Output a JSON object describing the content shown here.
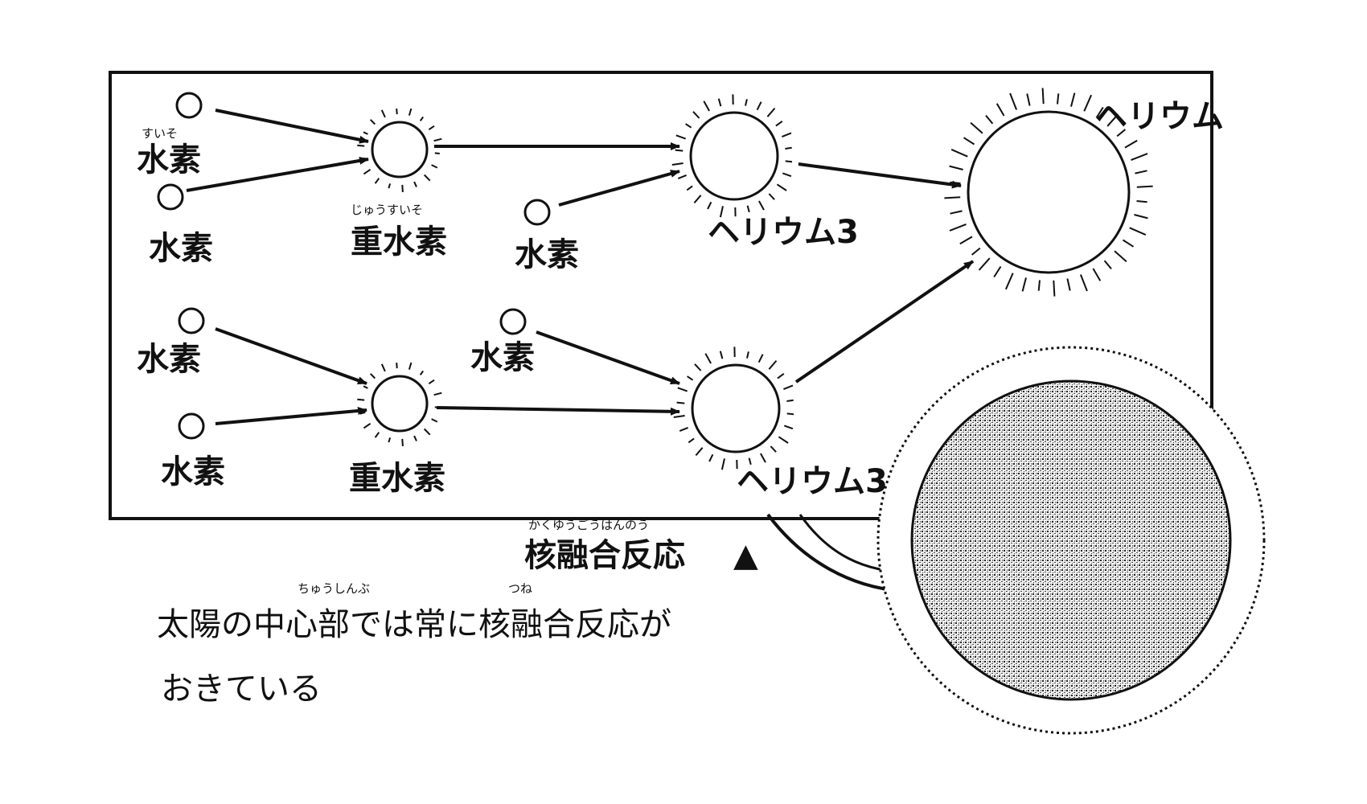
{
  "diagram": {
    "top_row": {
      "hydrogen_1": {
        "label": "水素",
        "ruby": "すいそ"
      },
      "hydrogen_2": {
        "label": "水素"
      },
      "deuterium": {
        "label": "重水素",
        "ruby": "じゅうすいそ"
      },
      "hydrogen_3": {
        "label": "水素"
      },
      "helium3": {
        "label": "ヘリウム3"
      }
    },
    "bottom_row": {
      "hydrogen_1": {
        "label": "水素"
      },
      "hydrogen_2": {
        "label": "水素"
      },
      "deuterium": {
        "label": "重水素"
      },
      "hydrogen_3": {
        "label": "水素"
      },
      "helium3": {
        "label": "ヘリウム3"
      }
    },
    "helium": {
      "label": "ヘリウム"
    },
    "fusion_label": {
      "text": "核融合反応",
      "ruby": "かくゆうごうはんのう",
      "marker": "▲"
    },
    "caption": {
      "line1": "太陽の中心部では常に核融合反応が",
      "line2": "おきている",
      "ruby_center": "ちゅうしんぶ",
      "ruby_always": "つね"
    }
  },
  "colors": {
    "ink": "#111111",
    "background": "#ffffff"
  }
}
